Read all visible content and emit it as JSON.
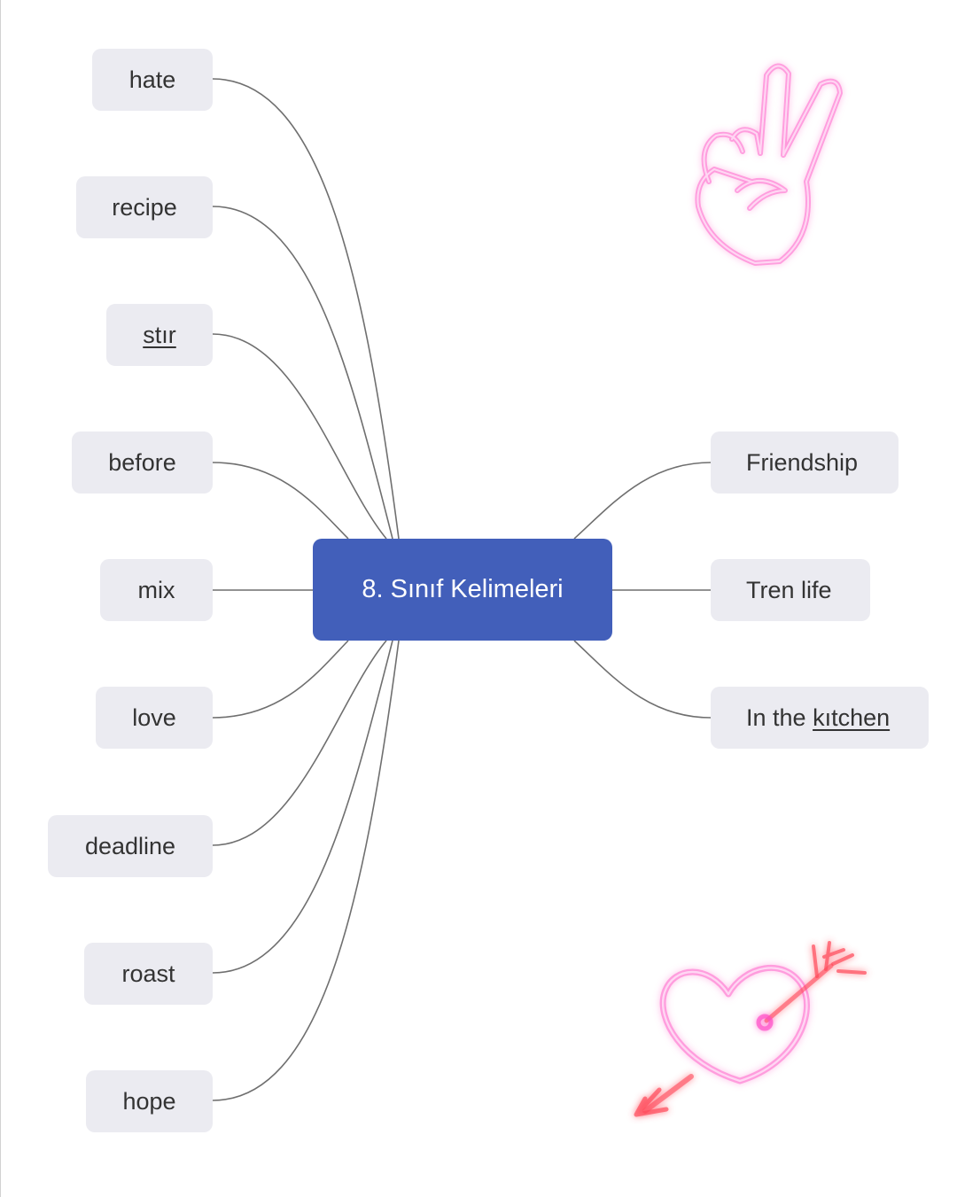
{
  "center": {
    "label": "8. Sınıf Kelimeleri"
  },
  "left_nodes": [
    {
      "label": "hate"
    },
    {
      "label": "recipe"
    },
    {
      "label": "stır"
    },
    {
      "label": "before"
    },
    {
      "label": "mix"
    },
    {
      "label": "love"
    },
    {
      "label": "deadline"
    },
    {
      "label": "roast"
    },
    {
      "label": "hope"
    }
  ],
  "right_nodes": [
    {
      "label": "Friendship"
    },
    {
      "label": "Tren life"
    },
    {
      "label_prefix": "In the ",
      "label_underlined": "kıtchen"
    }
  ],
  "colors": {
    "center_fill": "#425fba",
    "node_fill": "#ebebf1",
    "connector": "#6f6f6f",
    "neon_pink": "#ff4fc8",
    "neon_red": "#ff4a5a"
  },
  "stickers": [
    {
      "icon": "neon-peace-hand-icon"
    },
    {
      "icon": "neon-heart-arrow-icon"
    }
  ]
}
